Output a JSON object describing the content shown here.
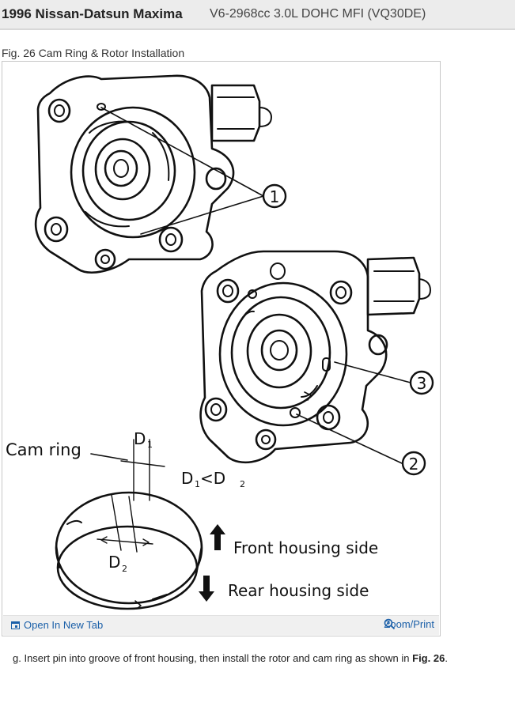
{
  "header": {
    "title_make": "1996 Nissan-Datsun Maxima",
    "title_engine": "V6-2968cc 3.0L DOHC MFI (VQ30DE)"
  },
  "figure": {
    "caption": "Fig. 26 Cam Ring & Rotor Installation",
    "callouts": [
      "1",
      "2",
      "3"
    ],
    "labels": {
      "cam_ring": "Cam ring",
      "d1": "D",
      "d1_sub": "1",
      "relation": "D1 <D2",
      "relation_a": "D",
      "relation_a_sub": "1",
      "relation_op": " <D",
      "relation_b_sub": "2",
      "d2": "D",
      "d2_sub": "2",
      "front_side": "Front housing side",
      "rear_side": "Rear housing side"
    },
    "toolbar": {
      "open_label": "Open In New Tab",
      "zoom_label": "Zoom/Print",
      "open_icon": "open-tab-icon",
      "zoom_icon": "magnifier-icon"
    }
  },
  "instruction": {
    "text": "g. Insert pin into groove of front housing, then install the rotor and cam ring as shown in ",
    "ref": "Fig. 26",
    "end": "."
  }
}
